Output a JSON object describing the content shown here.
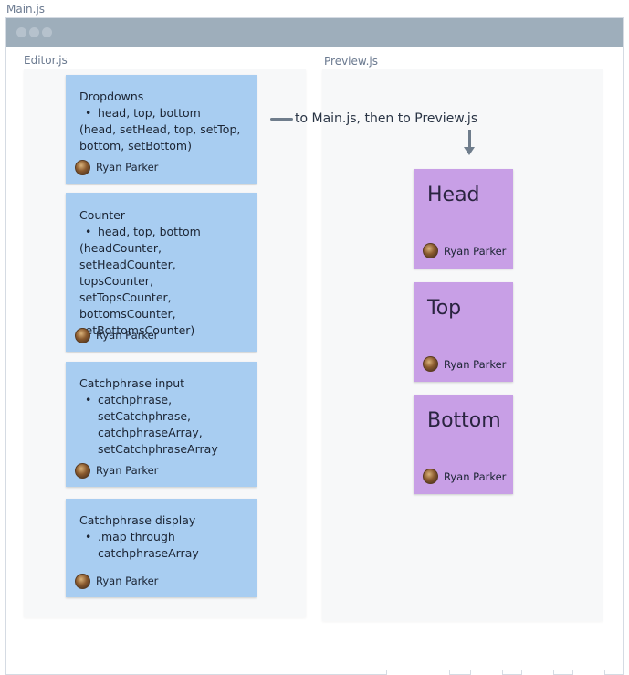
{
  "main_frame": {
    "title": "Main.js"
  },
  "editor_frame": {
    "title": "Editor.js"
  },
  "preview_frame": {
    "title": "Preview.js"
  },
  "editor_cards": [
    {
      "title": "Dropdowns",
      "bullet": "head, top, bottom",
      "text": "(head, setHead, top, setTop,\nbottom, setBottom)",
      "author": "Ryan Parker"
    },
    {
      "title": "Counter",
      "bullet": "head, top, bottom",
      "text": "(headCounter,\nsetHeadCounter, topsCounter,\nsetTopsCounter,\nbottomsCounter,\nsetBottomsCounter)",
      "author": "Ryan Parker"
    },
    {
      "title": "Catchphrase input",
      "bullet": "catchphrase,\nsetCatchphrase,\ncatchphraseArray,\nsetCatchphraseArray",
      "author": "Ryan Parker"
    },
    {
      "title": "Catchphrase display",
      "bullet": ".map through\ncatchphraseArray",
      "author": "Ryan Parker"
    }
  ],
  "preview_cards": [
    {
      "title": "Head",
      "author": "Ryan Parker"
    },
    {
      "title": "Top",
      "author": "Ryan Parker"
    },
    {
      "title": "Bottom",
      "author": "Ryan Parker"
    }
  ],
  "connector_label": "to Main.js, then to Preview.js",
  "colors": {
    "editor_card": "#a8cdf1",
    "preview_card": "#c89fe6",
    "titlebar": "#9eaebb",
    "connector": "#6f7d8c"
  },
  "icons": [
    "avatar-icon",
    "arrow-down-icon",
    "connector-line"
  ]
}
